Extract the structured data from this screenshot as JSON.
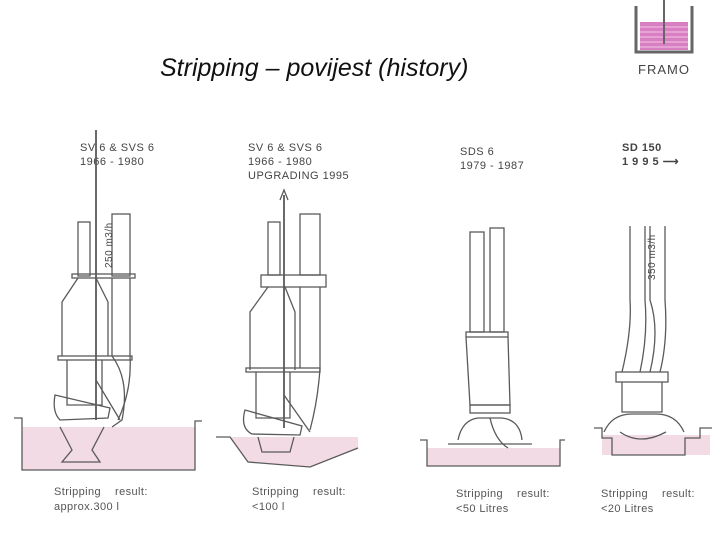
{
  "slide": {
    "title": "Stripping – povijest (history)",
    "logo_text": "FRAMO",
    "fill_color": "#f3dbe6",
    "line_color": "#5a5a5a"
  },
  "panels": [
    {
      "model": "SV 6 & SVS 6",
      "years": "1966  -  1980",
      "extra": "",
      "flow_label": "250 m3/h",
      "result_label": "Stripping",
      "result_word": "result:",
      "result_value": "approx.300   l"
    },
    {
      "model": "SV 6 & SVS 6",
      "years": "1966  -  1980",
      "extra": "UPGRADING 1995",
      "flow_label": "",
      "result_label": "Stripping",
      "result_word": "result:",
      "result_value": "<100   l"
    },
    {
      "model": "SDS 6",
      "years": "1979   -   1987",
      "extra": "",
      "flow_label": "",
      "result_label": "Stripping",
      "result_word": "result:",
      "result_value": "<50    Litres"
    },
    {
      "model": "SD  150",
      "years": "1 9 9 5",
      "extra": "",
      "flow_label": "350 m3/h",
      "result_label": "Stripping",
      "result_word": "result:",
      "result_value": "<20    Litres"
    }
  ]
}
